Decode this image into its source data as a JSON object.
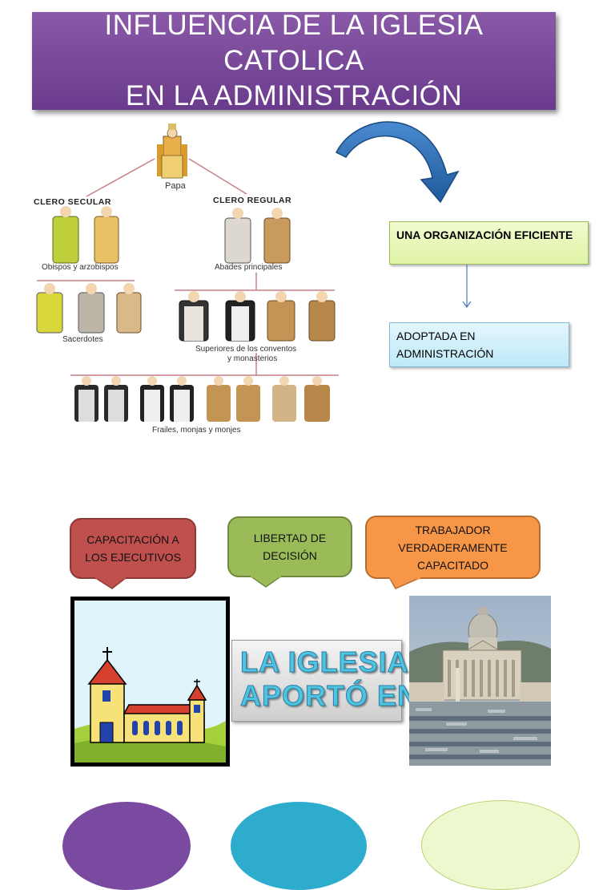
{
  "title": {
    "line1": "INFLUENCIA DE LA IGLESIA CATOLICA",
    "line2": "EN LA ADMINISTRACIÓN"
  },
  "hierarchy": {
    "papa": "Papa",
    "clero_secular": "CLERO SECULAR",
    "clero_regular": "CLERO REGULAR",
    "obispos": "Obispos y arzobispos",
    "abades": "Abades principales",
    "sacerdotes": "Sacerdotes",
    "superiores_1": "Superiores de los conventos",
    "superiores_2": "y monasterios",
    "frailes": "Frailes, monjas y monjes"
  },
  "boxes": {
    "organizacion": "UNA ORGANIZACIÓN EFICIENTE",
    "adoptada": "ADOPTADA EN ADMINISTRACIÓN"
  },
  "callouts": {
    "capacitacion": "CAPACITACIÓN A LOS EJECUTIVOS",
    "libertad": "LIBERTAD DE DECISIÓN",
    "trabajador": "TRABAJADOR VERDADERAMENTE CAPACITADO"
  },
  "aporto": {
    "line1": "LA IGLESIA",
    "line2": "APORTÓ EN:"
  },
  "colors": {
    "title_bg": "#7b4a9c",
    "callout_red": "#c0504d",
    "callout_green": "#9bbb59",
    "callout_orange": "#f79646",
    "box_green": "#e6f7b8",
    "box_blue": "#cdeefa",
    "arrow_blue": "#2f6fb0"
  }
}
